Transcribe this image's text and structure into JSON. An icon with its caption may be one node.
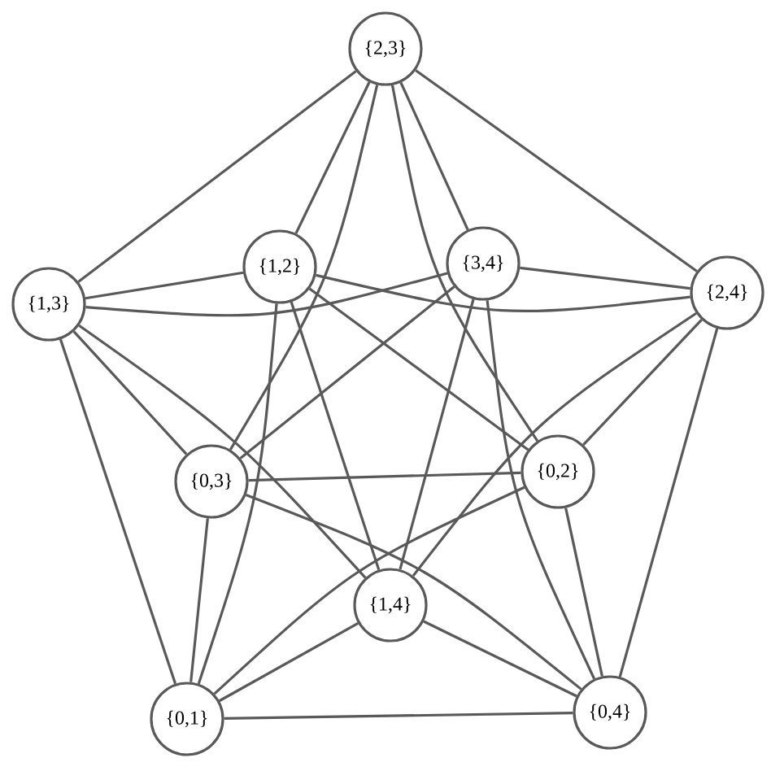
{
  "diagram": {
    "nodes": [
      {
        "text": [
          "{2,3}"
        ]
      },
      {
        "text": [
          "{1,3}"
        ]
      },
      {
        "text": [
          "{1,2}"
        ]
      },
      {
        "text": [
          "{3,4}"
        ]
      },
      {
        "text": [
          "{2,4}"
        ]
      },
      {
        "text": [
          "{0,3}"
        ]
      },
      {
        "text": [
          "{0,2}"
        ]
      },
      {
        "text": [
          "{1,4}"
        ]
      },
      {
        "text": [
          "{0,1}"
        ]
      },
      {
        "text": [
          "{0,4}"
        ]
      }
    ],
    "edges": [
      {
        "from": 0,
        "to": 1,
        "arrow": "none"
      },
      {
        "from": 0,
        "to": 2,
        "arrow": "none"
      },
      {
        "from": 0,
        "to": 3,
        "arrow": "none"
      },
      {
        "from": 0,
        "to": 4,
        "arrow": "none"
      },
      {
        "from": 0,
        "to": 5,
        "arrow": "none"
      },
      {
        "from": 0,
        "to": 6,
        "arrow": "none"
      },
      {
        "from": 1,
        "to": 2,
        "arrow": "none"
      },
      {
        "from": 1,
        "to": 3,
        "arrow": "none"
      },
      {
        "from": 1,
        "to": 5,
        "arrow": "none"
      },
      {
        "from": 1,
        "to": 7,
        "arrow": "none"
      },
      {
        "from": 1,
        "to": 8,
        "arrow": "none"
      },
      {
        "from": 2,
        "to": 4,
        "arrow": "none"
      },
      {
        "from": 2,
        "to": 6,
        "arrow": "none"
      },
      {
        "from": 2,
        "to": 7,
        "arrow": "none"
      },
      {
        "from": 2,
        "to": 8,
        "arrow": "none"
      },
      {
        "from": 3,
        "to": 4,
        "arrow": "none"
      },
      {
        "from": 3,
        "to": 5,
        "arrow": "none"
      },
      {
        "from": 3,
        "to": 7,
        "arrow": "none"
      },
      {
        "from": 3,
        "to": 9,
        "arrow": "none"
      },
      {
        "from": 4,
        "to": 6,
        "arrow": "none"
      },
      {
        "from": 4,
        "to": 7,
        "arrow": "none"
      },
      {
        "from": 4,
        "to": 9,
        "arrow": "none"
      },
      {
        "from": 5,
        "to": 6,
        "arrow": "none"
      },
      {
        "from": 5,
        "to": 8,
        "arrow": "none"
      },
      {
        "from": 5,
        "to": 9,
        "arrow": "none"
      },
      {
        "from": 6,
        "to": 8,
        "arrow": "none"
      },
      {
        "from": 6,
        "to": 9,
        "arrow": "none"
      },
      {
        "from": 7,
        "to": 8,
        "arrow": "none"
      },
      {
        "from": 7,
        "to": 9,
        "arrow": "none"
      },
      {
        "from": 8,
        "to": 9,
        "arrow": "none"
      }
    ]
  }
}
